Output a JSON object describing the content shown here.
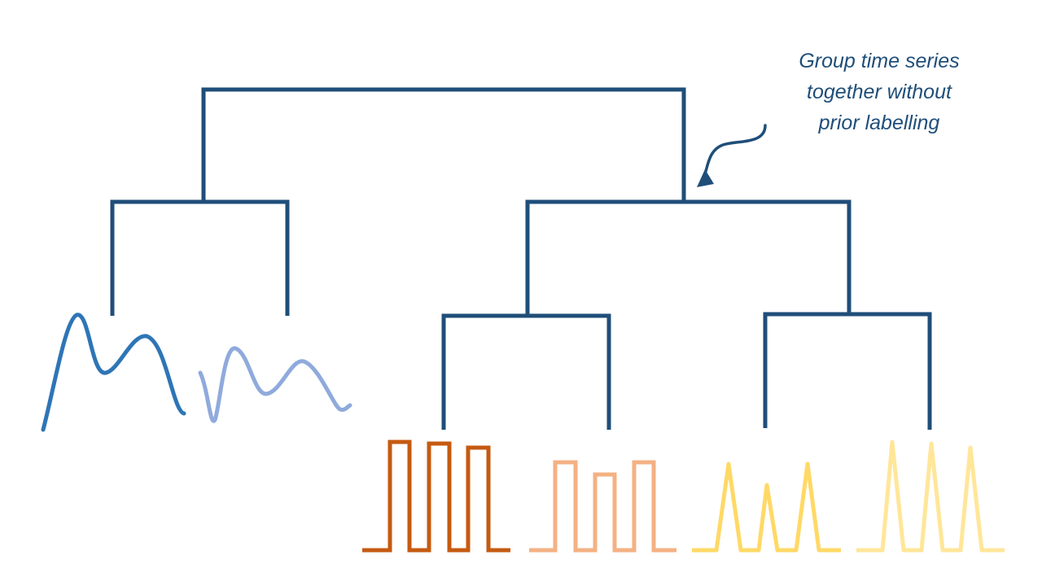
{
  "annotation": {
    "text": "Group time series\ntogether without\nprior labelling"
  },
  "colors": {
    "tree": "#1f4e79",
    "annotation_text": "#1f4e79",
    "wave_dark_blue": "#2e75b6",
    "wave_light_blue": "#8faadc",
    "square_dark_orange": "#c55a11",
    "square_light_orange": "#f4b183",
    "spike_yellow": "#ffd966",
    "spike_light_yellow": "#ffe699"
  },
  "dendrogram": {
    "levels": 3,
    "leaf_count": 6
  },
  "series_icons": [
    {
      "name": "smooth-wave-dark-blue",
      "shape": "smooth-wave",
      "color_key": "wave_dark_blue"
    },
    {
      "name": "smooth-wave-light-blue",
      "shape": "smooth-wave",
      "color_key": "wave_light_blue"
    },
    {
      "name": "square-wave-dark-orange",
      "shape": "square-wave",
      "color_key": "square_dark_orange"
    },
    {
      "name": "square-wave-light-orange",
      "shape": "square-wave",
      "color_key": "square_light_orange"
    },
    {
      "name": "spike-wave-yellow",
      "shape": "spike-wave",
      "color_key": "spike_yellow"
    },
    {
      "name": "spike-wave-light-yellow",
      "shape": "spike-wave",
      "color_key": "spike_light_yellow"
    }
  ]
}
